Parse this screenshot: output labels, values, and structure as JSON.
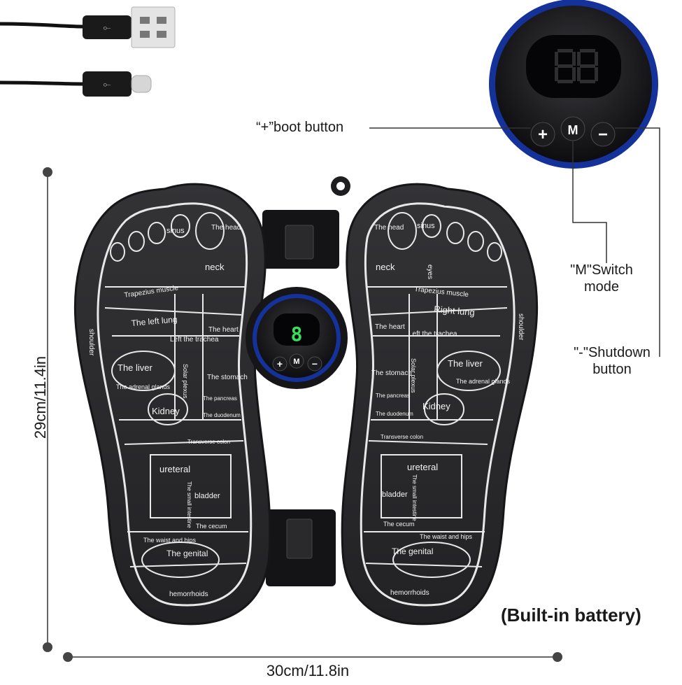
{
  "callouts": {
    "boot": "“+”boot button",
    "switch_line1": "\"M\"Switch",
    "switch_line2": "mode",
    "shutdown_line1": "\"-\"Shutdown",
    "shutdown_line2": "button"
  },
  "dimensions": {
    "height": "29cm/11.4in",
    "width": "30cm/11.8in"
  },
  "battery_note": "(Built-in battery)",
  "controller": {
    "display_digit": "8",
    "plus_label": "+",
    "mode_label": "M",
    "minus_label": "−"
  },
  "left_foot_zones": {
    "sinus": "sinus",
    "head": "The head",
    "neck": "neck",
    "trapezius": "Trapezius muscle",
    "lung": "The left lung",
    "heart": "The heart",
    "trachea": "Left the trachea",
    "liver": "The liver",
    "adrenal": "The adrenal glands",
    "stomach": "The stomach",
    "kidney": "Kidney",
    "pancreas": "The pancreas",
    "duodenum": "The duodenum",
    "colon": "Transverse colon",
    "ureteral": "ureteral",
    "bladder": "bladder",
    "small_intestine": "The small intestine",
    "waist": "The waist and hips",
    "cecum": "The cecum",
    "genital": "The genital",
    "hemorrhoids": "hemorrhoids",
    "shoulder": "shoulder",
    "solar": "Solar plexus"
  },
  "right_foot_zones": {
    "head": "The head",
    "sinus": "sinus",
    "neck": "neck",
    "eyes": "eyes",
    "trapezius": "Trapezius muscle",
    "lung": "Right lung",
    "heart": "The heart",
    "trachea": "Left the trachea",
    "liver": "The liver",
    "adrenal": "The adrenal glands",
    "stomach": "The stomach",
    "kidney": "Kidney",
    "pancreas": "The pancreas",
    "duodenum": "The duodenum",
    "colon": "Transverse colon",
    "ureteral": "ureteral",
    "bladder": "bladder",
    "small_intestine": "The small intestine",
    "cecum": "The cecum",
    "waist": "The waist and hips",
    "genital": "The genital",
    "hemorrhoids": "hemorrhoids",
    "shoulder": "shoulder",
    "solar": "Solar plexus"
  },
  "colors": {
    "mat": "#2b2b2d",
    "mat_edge": "#1c1c1e",
    "zone_line": "#e8e8e8",
    "controller_ring": "#1b3fa6",
    "display_digit": "#36e05a"
  }
}
